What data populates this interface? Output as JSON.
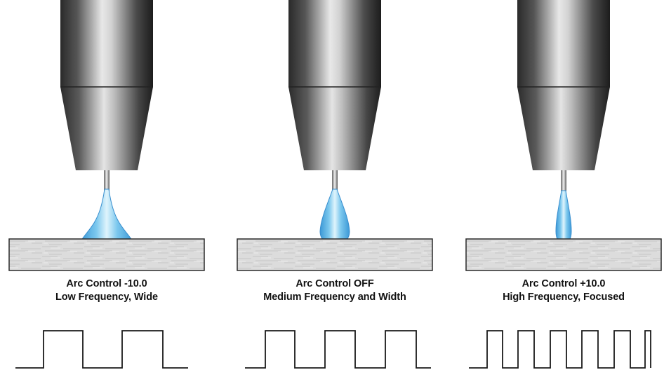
{
  "panels": [
    {
      "id": "negative",
      "title": "Arc Control -10.0",
      "subtitle": "Low Frequency, Wide",
      "arc_shape": "wide",
      "pulse_frequency": "low"
    },
    {
      "id": "off",
      "title": "Arc Control OFF",
      "subtitle": "Medium Frequency and Width",
      "arc_shape": "medium",
      "pulse_frequency": "medium"
    },
    {
      "id": "positive",
      "title": "Arc Control +10.0",
      "subtitle": "High Frequency, Focused",
      "arc_shape": "focused",
      "pulse_frequency": "high"
    }
  ],
  "colors": {
    "background": "#ffffff",
    "torch_dark": "#1e1e1e",
    "torch_light": "#e6e6e6",
    "arc_outer": "#4aa8df",
    "arc_inner": "#d6f1fb",
    "plate": "#d9d9d9",
    "waveform": "#1a1a1a"
  }
}
